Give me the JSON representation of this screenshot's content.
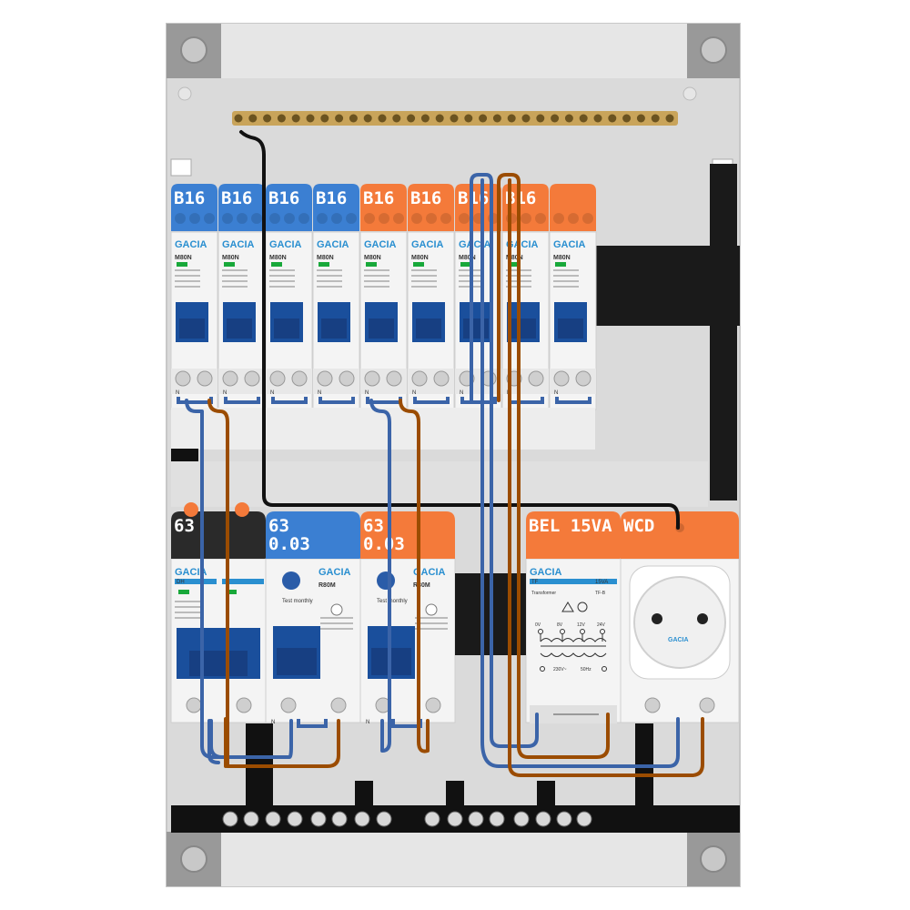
{
  "colors": {
    "blue_module": "#3b7fd2",
    "orange_module": "#f47a3a",
    "black_module": "#2a2a2a",
    "brand_text": "#2a8fd0",
    "toggle_blue": "#1a4f9c",
    "busbar_brass": "#c9a45a",
    "wire_blue": "#3b64a8",
    "wire_brown": "#9b4c00",
    "wire_black": "#111111"
  },
  "row1": {
    "breakers": [
      {
        "label": "B16",
        "color": "blue",
        "model": "M80N"
      },
      {
        "label": "B16",
        "color": "blue",
        "model": "M80N"
      },
      {
        "label": "B16",
        "color": "blue",
        "model": "M80N"
      },
      {
        "label": "B16",
        "color": "blue",
        "model": "M80N"
      },
      {
        "label": "B16",
        "color": "orange",
        "model": "M80N"
      },
      {
        "label": "B16",
        "color": "orange",
        "model": "M80N"
      },
      {
        "label": "B16",
        "color": "orange",
        "model": "M80N"
      },
      {
        "label": "B16",
        "color": "orange",
        "model": "M80N"
      },
      {
        "label": "",
        "color": "orange",
        "model": "M80N"
      }
    ],
    "brand": "GACIA"
  },
  "row2": {
    "main_switch": {
      "label": "63",
      "color": "black",
      "model": "DH"
    },
    "rcd1": {
      "label_line1": "63",
      "label_line2": "0.03",
      "color": "blue",
      "model": "R80M",
      "test_text": "Test monthly"
    },
    "rcd2": {
      "label_line1": "63",
      "label_line2": "0.03",
      "color": "orange",
      "model": "R80M",
      "test_text": "Test monthly"
    },
    "transformer": {
      "label": "BEL 15VA",
      "model": "TF",
      "rating": "15VA",
      "title": "Transformer",
      "model_code": "TF-B",
      "taps": [
        "0V",
        "8V",
        "12V",
        "24V"
      ],
      "input": "230V~",
      "freq": "50Hz"
    },
    "socket": {
      "label": "WCD",
      "brand": "GACIA"
    },
    "brand": "GACIA"
  },
  "terminal_labels": {
    "n": "N"
  }
}
